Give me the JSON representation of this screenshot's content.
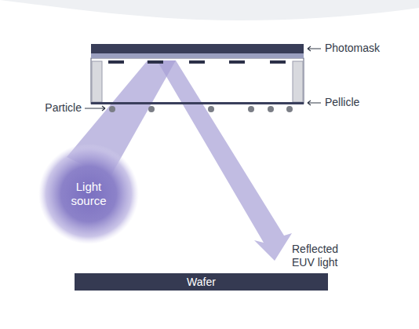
{
  "diagram": {
    "nodes": [
      {
        "text": [
          "Light source"
        ]
      },
      {
        "text": [
          "Wafer"
        ]
      }
    ],
    "labels": [
      "Photomask",
      "Pellicle",
      "Particle",
      "Reflected EUV light"
    ]
  }
}
